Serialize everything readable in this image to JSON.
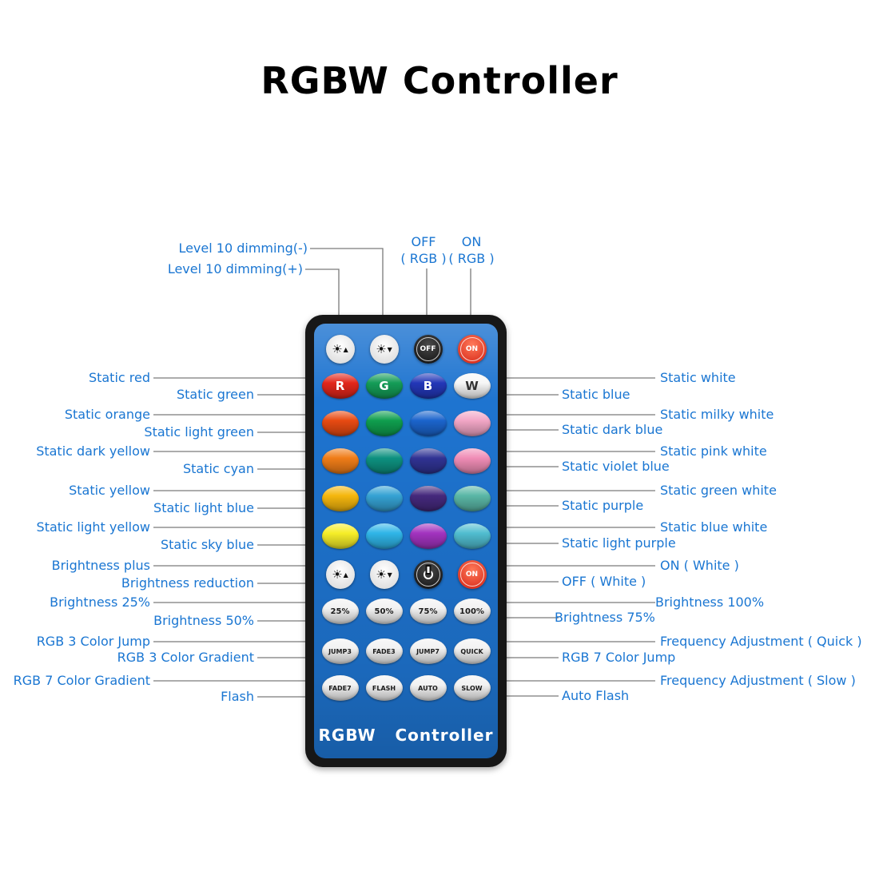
{
  "title": "RGBW Controller",
  "colors": {
    "label_text": "#1a76d2",
    "remote_border": "#171717",
    "remote_face": "#1e74d0",
    "callout_line": "#7a7a7a"
  },
  "top_labels": {
    "dim_minus": "Level 10 dimming(-)",
    "dim_plus": "Level 10 dimming(+)",
    "off_rgb": {
      "line1": "OFF",
      "line2": "( RGB )"
    },
    "on_rgb": {
      "line1": "ON",
      "line2": "( RGB )"
    }
  },
  "left_labels": [
    "Static red",
    "Static green",
    "Static orange",
    "Static light green",
    "Static dark yellow",
    "Static cyan",
    "Static yellow",
    "Static light blue",
    "Static light yellow",
    "Static sky blue",
    "Brightness plus",
    "Brightness reduction",
    "Brightness 25%",
    "Brightness 50%",
    "RGB 3 Color Jump",
    "RGB 3 Color Gradient",
    "RGB 7 Color Gradient",
    "Flash"
  ],
  "right_labels": [
    "Static white",
    "Static blue",
    "Static milky white",
    "Static dark blue",
    "Static pink white",
    "Static violet blue",
    "Static green white",
    "Static purple",
    "Static blue white",
    "Static light purple",
    "ON ( White )",
    "OFF ( White )",
    "Brightness 100%",
    "Brightness 75%",
    "Frequency Adjustment ( Quick )",
    "RGB 7 Color Jump",
    "Frequency Adjustment ( Slow )",
    "Auto Flash"
  ],
  "remote": {
    "brand": "RGBW Controller",
    "function_row_top": {
      "dim_plus": {
        "icon": "bulb-up-icon",
        "glyph": "☀",
        "arrow": "▲"
      },
      "dim_minus": {
        "icon": "bulb-down-icon",
        "glyph": "☀",
        "arrow": "▼"
      },
      "off": {
        "label": "OFF"
      },
      "on": {
        "label": "ON"
      }
    },
    "color_rows": [
      [
        {
          "label": "R",
          "label_color": "#ffffff",
          "color": "#e2261b"
        },
        {
          "label": "G",
          "label_color": "#ffffff",
          "color": "#149c57"
        },
        {
          "label": "B",
          "label_color": "#ffffff",
          "color": "#2337b8"
        },
        {
          "label": "W",
          "label_color": "#333333",
          "color": "#f7f7f7"
        }
      ],
      [
        {
          "color": "#e84a12"
        },
        {
          "color": "#0f9e4e"
        },
        {
          "color": "#1b64cc"
        },
        {
          "color": "#f2a6c6"
        }
      ],
      [
        {
          "color": "#f07d18"
        },
        {
          "color": "#0d9180"
        },
        {
          "color": "#303394"
        },
        {
          "color": "#f08db6"
        }
      ],
      [
        {
          "color": "#f5b70d"
        },
        {
          "color": "#35a2d4"
        },
        {
          "color": "#45297d"
        },
        {
          "color": "#5ab7a6"
        }
      ],
      [
        {
          "color": "#f6ee28"
        },
        {
          "color": "#2fb5e8"
        },
        {
          "color": "#a233bf"
        },
        {
          "color": "#50bdd0"
        }
      ]
    ],
    "function_row_mid": {
      "bright_plus": {
        "icon": "brightness-up-icon",
        "glyph": "☀",
        "arrow": "▲"
      },
      "bright_minus": {
        "icon": "brightness-down-icon",
        "glyph": "☀",
        "arrow": "▼"
      },
      "off_white": {
        "icon": "power-icon"
      },
      "on_white": {
        "label": "ON"
      }
    },
    "percent_buttons": [
      "25%",
      "50%",
      "75%",
      "100%"
    ],
    "mode_buttons_row1": [
      "JUMP3",
      "FADE3",
      "JUMP7",
      "QUICK"
    ],
    "mode_buttons_row2": [
      "FADE7",
      "FLASH",
      "AUTO",
      "SLOW"
    ]
  }
}
